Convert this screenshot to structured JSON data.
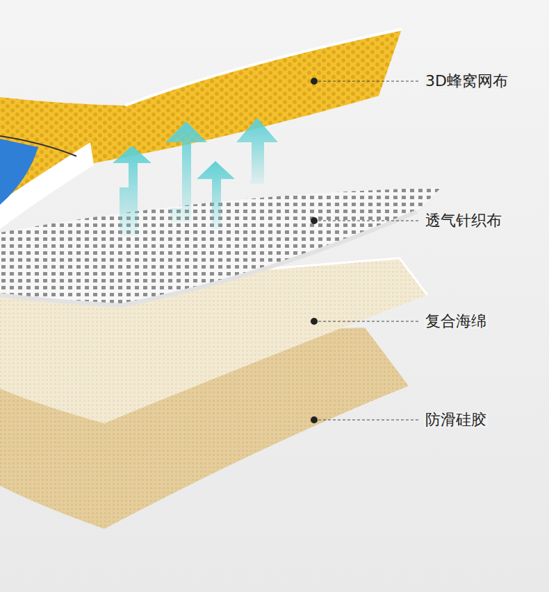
{
  "diagram": {
    "labels": [
      "3D蜂窝网布",
      "透气针织布",
      "复合海绵",
      "防滑硅胶"
    ]
  }
}
